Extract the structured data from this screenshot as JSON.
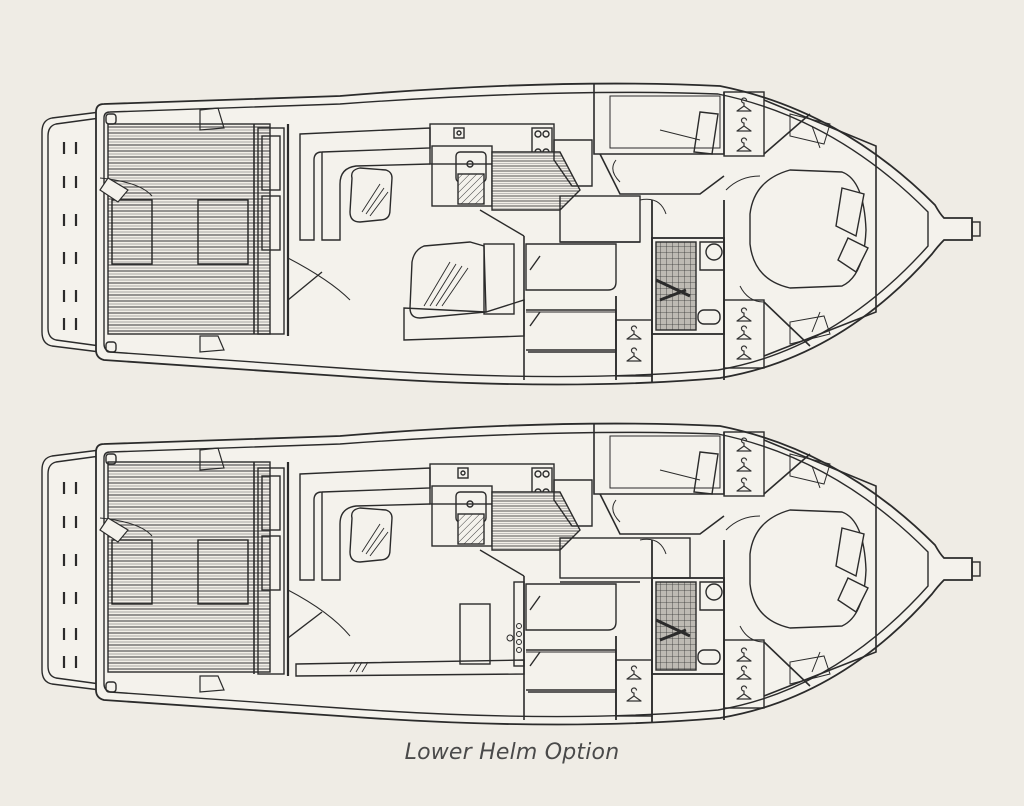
{
  "caption": "Lower Helm Option",
  "colors": {
    "background": "#efece5",
    "line": "#2b2b2b",
    "fill_light": "#f4f2ec",
    "deck_stripe": "#555555"
  },
  "plans": [
    {
      "name": "standard-layout",
      "helm": "none"
    },
    {
      "name": "lower-helm-layout",
      "helm": "lower"
    }
  ]
}
